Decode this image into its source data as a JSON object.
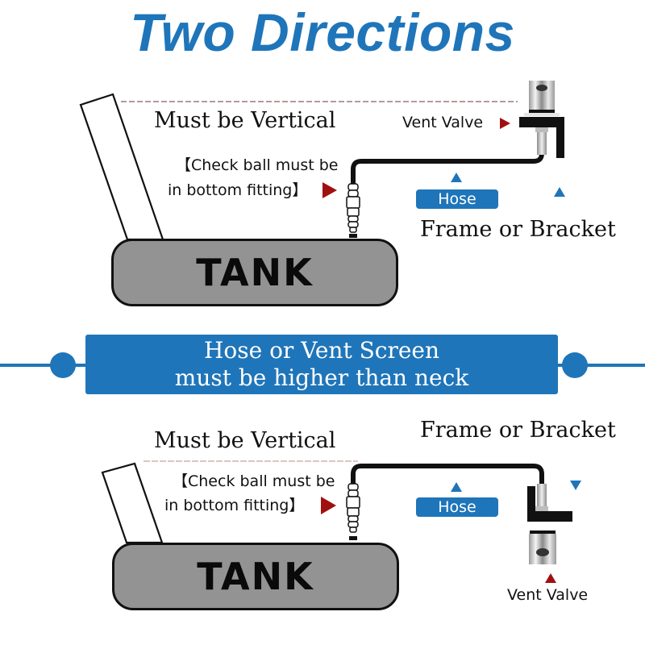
{
  "title": "Two Directions",
  "colors": {
    "accent_blue": "#1f75b9",
    "arrow_red": "#a01010",
    "tank_gray": "#939393",
    "guide_dash": "#9a7a7a"
  },
  "top_diagram": {
    "vertical_label": "Must be Vertical",
    "check_ball_line1": "【Check ball must be",
    "check_ball_line2": "in bottom fitting】",
    "vent_valve_label": "Vent Valve",
    "hose_label": "Hose",
    "frame_label": "Frame or Bracket",
    "tank_label": "TANK"
  },
  "banner": {
    "line1": "Hose or Vent Screen",
    "line2": "must be higher than neck"
  },
  "bottom_diagram": {
    "vertical_label": "Must be Vertical",
    "check_ball_line1": "【Check ball must be",
    "check_ball_line2": "in bottom fitting】",
    "vent_valve_label": "Vent Valve",
    "hose_label": "Hose",
    "frame_label": "Frame or Bracket",
    "tank_label": "TANK"
  }
}
